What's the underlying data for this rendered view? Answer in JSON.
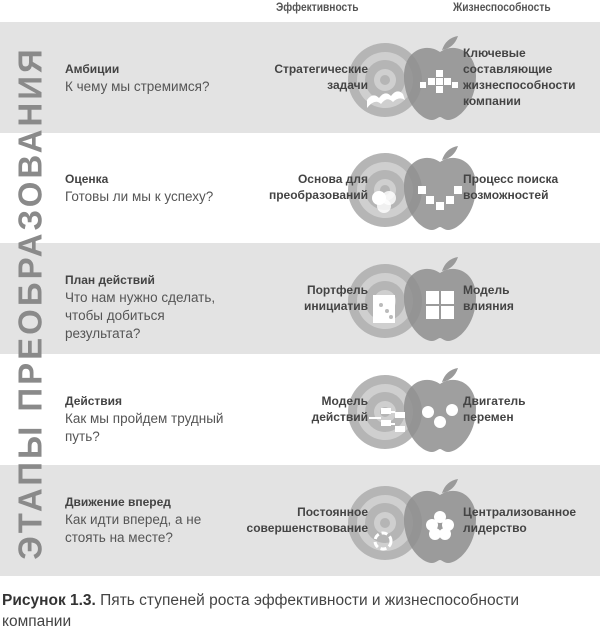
{
  "columns": {
    "effectiveness": "Эффективность",
    "viability": "Жизнеспособность"
  },
  "vertical_label": "ЭТАПЫ ПРЕОБРАЗОВАНИЯ",
  "stages": [
    {
      "title": "Амбиции",
      "question": "К чему мы стремимся?",
      "effectiveness": "Стратегические\nзадачи",
      "viability": "Ключевые\nсоставляющие\nжизнеспособности\nкомпании",
      "icon_eff": "wave-icon",
      "icon_via": "cross-blocks-icon"
    },
    {
      "title": "Оценка",
      "question": "Готовы ли мы к успеху?",
      "effectiveness": "Основа для\nпреобразований",
      "viability": "Процесс поиска\nвозможностей",
      "icon_eff": "venn-icon",
      "icon_via": "process-blocks-icon"
    },
    {
      "title": "План действий",
      "question": "Что нам нужно сделать, чтобы добиться результата?",
      "effectiveness": "Портфель\nинициатив",
      "viability": "Модель\nвлияния",
      "icon_eff": "dots-square-icon",
      "icon_via": "puzzle-icon"
    },
    {
      "title": "Действия",
      "question": "Как мы пройдем трудный путь?",
      "effectiveness": "Модель\nдействий",
      "viability": "Двигатель\nперемен",
      "icon_eff": "flowchart-icon",
      "icon_via": "gears-icon"
    },
    {
      "title": "Движение вперед",
      "question": "Как идти вперед, а не стоять на месте?",
      "effectiveness": "Постоянное\nсовершенствование",
      "viability": "Централизованное\nлидерство",
      "icon_eff": "cycle-icon",
      "icon_via": "flower-icon"
    }
  ],
  "caption": {
    "label": "Рисунок 1.3.",
    "text": " Пять ступеней роста эффективности и жизнеспособности компании"
  }
}
